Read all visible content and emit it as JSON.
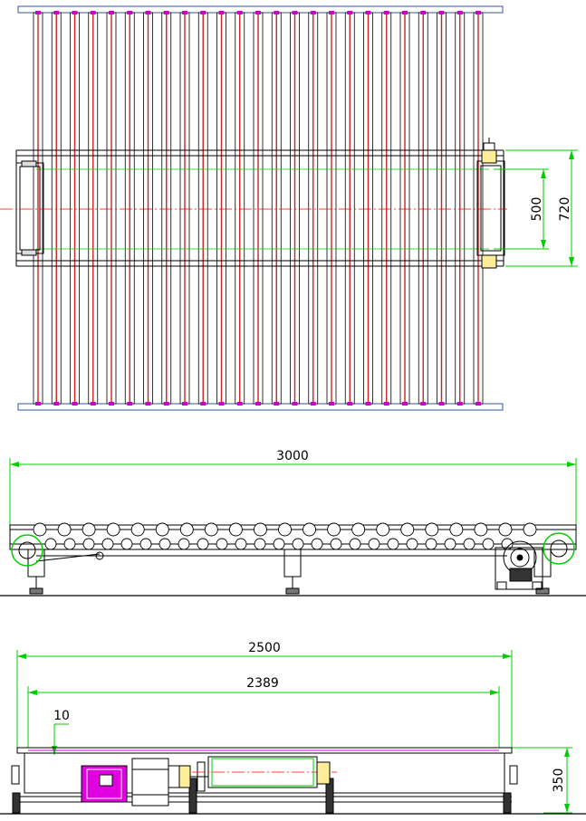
{
  "colors": {
    "line": "#000000",
    "dimension": "#00cc00",
    "roller_stripe": "#cc2222",
    "centerline": "#ff0000",
    "frame_blue": "#3355aa",
    "roller_end": "#cc00cc",
    "motor": "#e000e0",
    "gray": "#555555"
  },
  "top_view": {
    "roller_count": 25,
    "dimensions": {
      "outer_width": "720",
      "inner_width": "500"
    }
  },
  "side_view": {
    "dimensions": {
      "length": "3000"
    }
  },
  "end_view": {
    "dimensions": {
      "overall": "2500",
      "roller_length": "2389",
      "offset": "10",
      "height": "350"
    }
  }
}
